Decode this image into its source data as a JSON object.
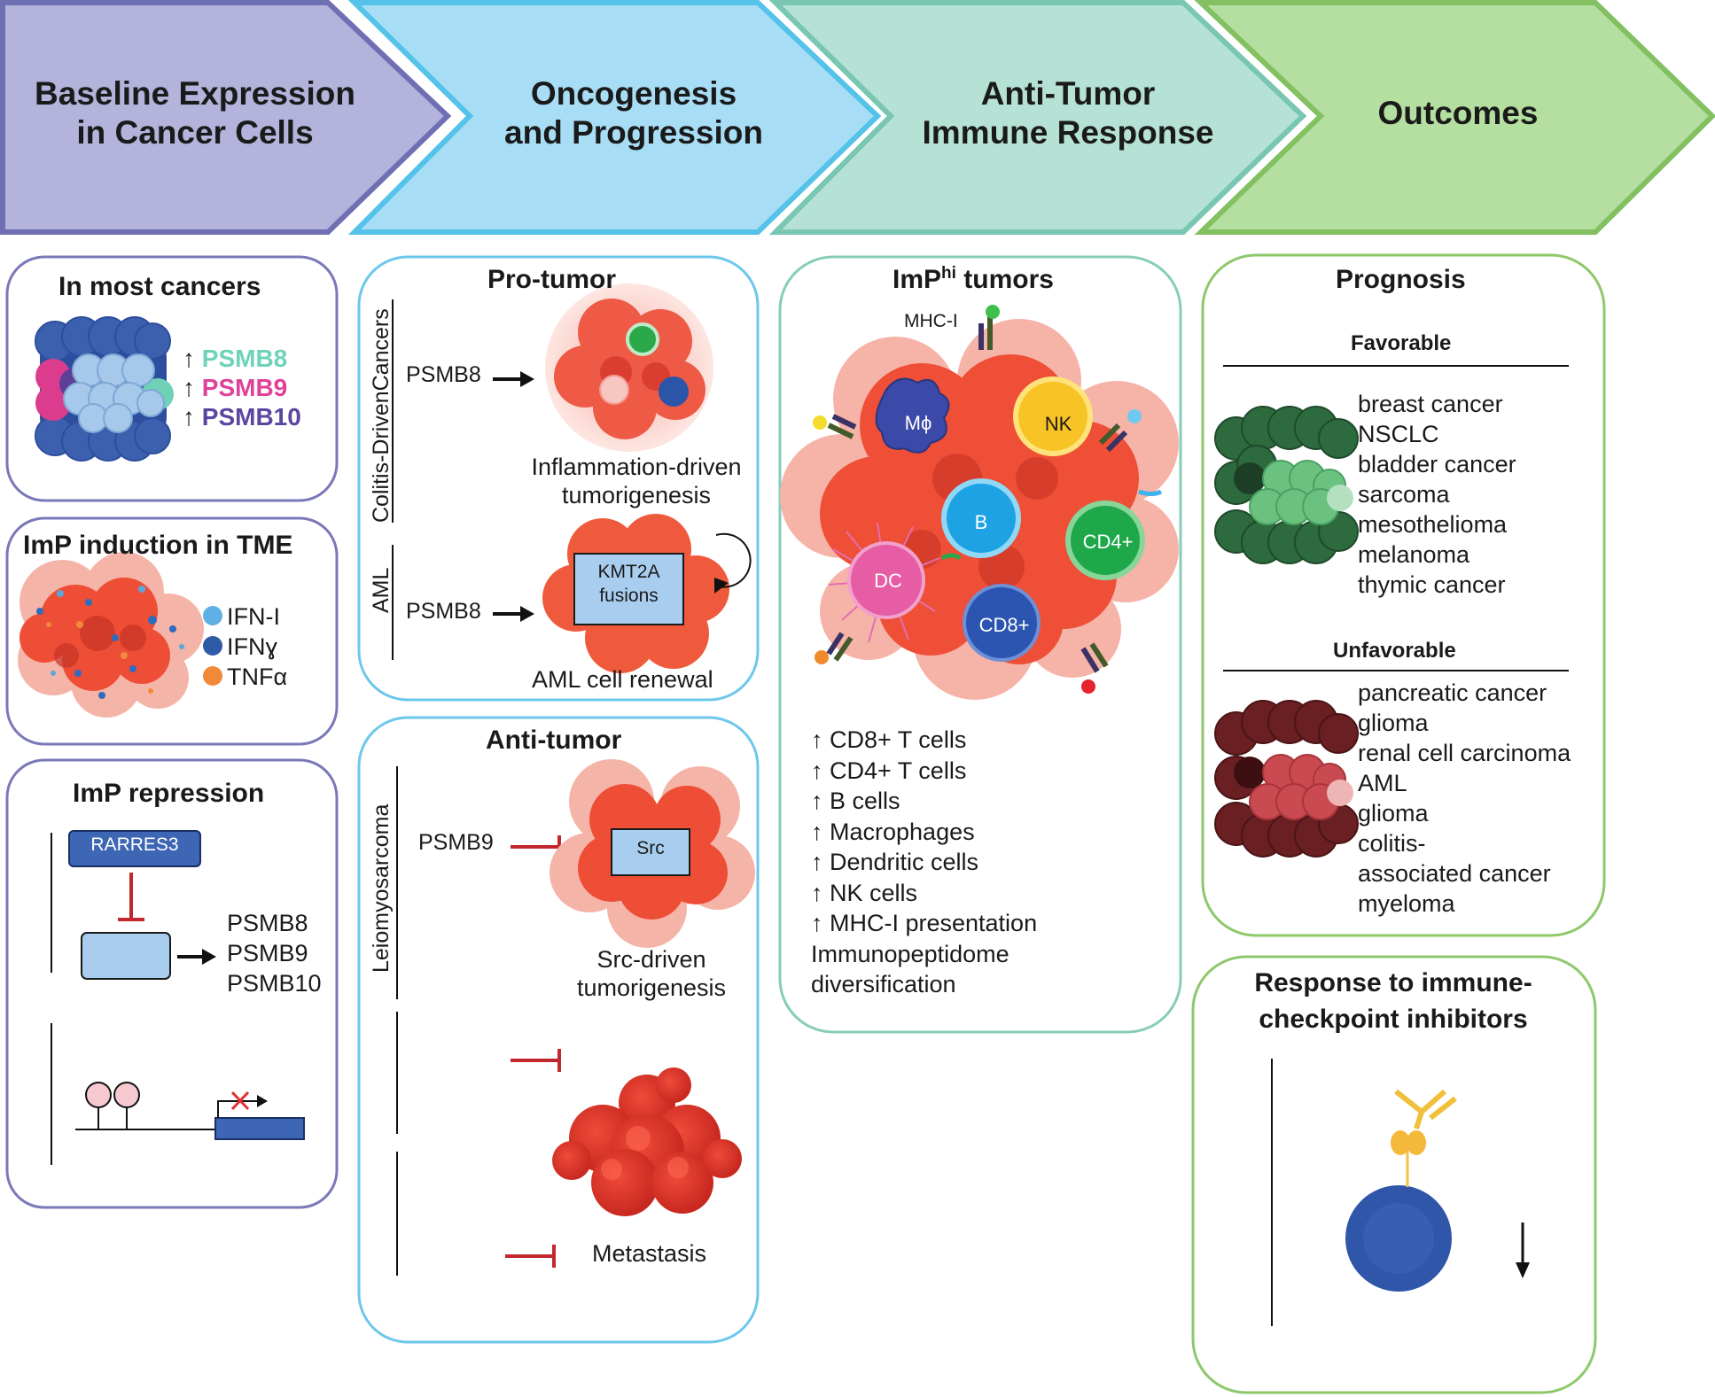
{
  "headers": [
    {
      "line1": "Baseline Expression",
      "line2": "in Cancer Cells"
    },
    {
      "line1": "Oncogenesis",
      "line2": "and Progression"
    },
    {
      "line1": "Anti-Tumor",
      "line2": "Immune Response"
    },
    {
      "line1": "Outcomes",
      "line2": ""
    }
  ],
  "baseline": {
    "most_title": "In most cancers",
    "arrow": "↑",
    "genes": [
      "PSMB8",
      "PSMB9",
      "PSMB10"
    ],
    "induction_title": "ImP induction in TME",
    "cytokines": [
      "IFN-I",
      "IFNɣ",
      "TNFα"
    ],
    "repression_title": "ImP repression",
    "rarres3": "RARRES3",
    "repressed_genes": [
      "PSMB8",
      "PSMB9",
      "PSMB10"
    ]
  },
  "oncogenesis": {
    "pro_title": "Pro-tumor",
    "side_colitis": "Colitis-DrivenCancers",
    "side_aml": "AML",
    "psmb8_a": "PSMB8",
    "inflammation": [
      "Inflammation-driven",
      "tumorigenesis"
    ],
    "psmb8_b": "PSMB8",
    "kmt2a": [
      "KMT2A",
      "fusions"
    ],
    "aml_renewal": "AML cell renewal",
    "anti_title": "Anti-tumor",
    "side_leio": "Leiomyosarcoma",
    "psmb9": "PSMB9",
    "src": "Src",
    "src_driven": [
      "Src-driven",
      "tumorigenesis"
    ],
    "metastasis": "Metastasis"
  },
  "immune": {
    "title_main": "ImP",
    "title_sup": "hi",
    "title_rest": " tumors",
    "mhc_label": "MHC-I",
    "cells": [
      "Mϕ",
      "NK",
      "B",
      "CD4+",
      "DC",
      "CD8+"
    ],
    "effects": [
      "↑ CD8+ T cells",
      "↑ CD4+ T cells",
      "↑ B cells",
      "↑ Macrophages",
      "↑ Dendritic cells",
      "↑ NK cells",
      "↑ MHC-I presentation",
      "Immunopeptidome",
      "diversification"
    ]
  },
  "outcomes": {
    "prognosis_title": "Prognosis",
    "favorable_title": "Favorable",
    "favorable": [
      "breast cancer",
      "NSCLC",
      "bladder cancer",
      "sarcoma",
      "mesothelioma",
      "melanoma",
      "thymic cancer"
    ],
    "unfavorable_title": "Unfavorable",
    "unfavorable": [
      "pancreatic cancer",
      "glioma",
      "renal cell carcinoma",
      "AML",
      "glioma",
      "colitis-",
      "associated cancer",
      "myeloma"
    ],
    "ici_title": [
      "Response to immune-",
      "checkpoint inhibitors"
    ]
  },
  "colors": {
    "header_1": "#b3b3dc",
    "header_1_border": "#6f6fb3",
    "header_2": "#a8def5",
    "header_2_border": "#55c2ea",
    "header_3": "#b6e2d6",
    "header_3_border": "#79c6b2",
    "header_4": "#b5dfa0",
    "header_4_border": "#82c062",
    "psmb8": "#6dd3b9",
    "psmb9": "#e0409a",
    "psmb10": "#5a46a0",
    "inhibit_red": "#c1272d"
  }
}
